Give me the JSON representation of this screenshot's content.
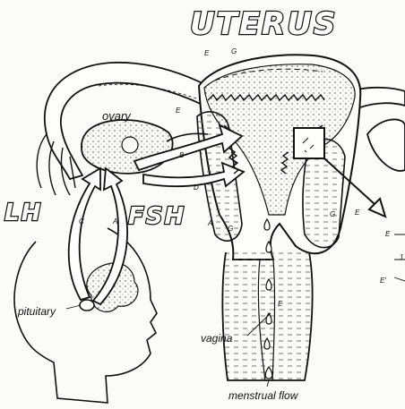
{
  "title": "UTERUS",
  "labels": {
    "ovary": "ovary",
    "lh": "LH",
    "fsh": "FSH",
    "pituitary": "pituitary",
    "vagina": "vagina",
    "menstrual_flow": "menstrual flow"
  },
  "letters": {
    "e1": "E",
    "g1": "G",
    "e2": "E",
    "b": "B",
    "d": "D",
    "c": "C",
    "a1": "A",
    "a2": "A",
    "g2": "G",
    "g3": "G",
    "e3": "E",
    "e4": "E",
    "e5": "E",
    "e6": "E",
    "e7": "E'",
    "e8": "1"
  }
}
